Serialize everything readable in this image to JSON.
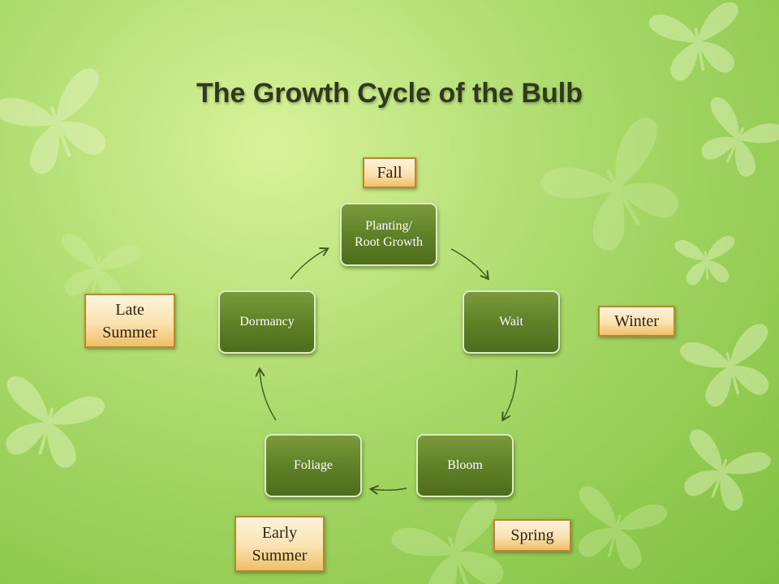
{
  "title": "The Growth Cycle of the Bulb",
  "stages": [
    {
      "id": "planting",
      "label": "Planting/\nRoot Growth"
    },
    {
      "id": "wait",
      "label": "Wait"
    },
    {
      "id": "bloom",
      "label": "Bloom"
    },
    {
      "id": "foliage",
      "label": "Foliage"
    },
    {
      "id": "dormancy",
      "label": "Dormancy"
    }
  ],
  "seasons": [
    {
      "id": "fall",
      "label": "Fall"
    },
    {
      "id": "winter",
      "label": "Winter"
    },
    {
      "id": "spring",
      "label": "Spring"
    },
    {
      "id": "early-summer",
      "label": "Early\nSummer"
    },
    {
      "id": "late-summer",
      "label": "Late\nSummer"
    }
  ],
  "colors": {
    "background": "#a9d96a",
    "stage_fill": "#5d7f25",
    "stage_border": "#dcedc1",
    "season_fill": "#fae2b0",
    "season_border": "#b9872d",
    "title": "#2f3a1c",
    "arrow": "#3d5a1a"
  },
  "decoration_icon": "butterfly-icon"
}
